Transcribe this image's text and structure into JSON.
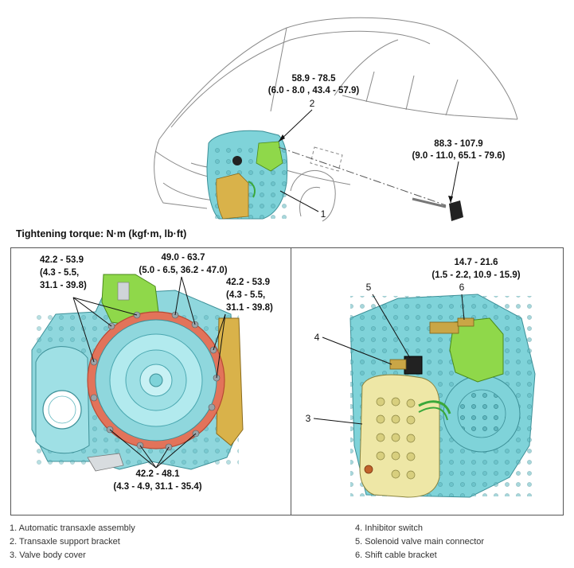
{
  "top": {
    "torque_bracket": [
      "58.9 - 78.5",
      "(6.0 - 8.0 , 43.4 - 57.9)"
    ],
    "torque_cable": [
      "88.3 - 107.9",
      "(9.0 - 11.0, 65.1 - 79.6)"
    ],
    "callout_2": "2",
    "callout_1": "1"
  },
  "title": "Tightening torque: N·m (kgf·m, lb·ft)",
  "left": {
    "torque_a": [
      "42.2 - 53.9",
      "(4.3 - 5.5,",
      "31.1 - 39.8)"
    ],
    "torque_b": [
      "49.0 - 63.7",
      "(5.0 - 6.5, 36.2 - 47.0)"
    ],
    "torque_c": [
      "42.2 - 53.9",
      "(4.3 - 5.5,",
      "31.1 - 39.8)"
    ],
    "torque_d": [
      "42.2 - 48.1",
      "(4.3 - 4.9, 31.1 - 35.4)"
    ]
  },
  "right": {
    "torque_e": [
      "14.7 - 21.6",
      "(1.5 - 2.2, 10.9 - 15.9)"
    ],
    "callout_5": "5",
    "callout_6": "6",
    "callout_4": "4",
    "callout_3": "3"
  },
  "legend": {
    "col1": [
      "1. Automatic transaxle assembly",
      "2. Transaxle support bracket",
      "3. Valve body cover"
    ],
    "col2": [
      "4. Inhibitor switch",
      "5. Solenoid valve main connector",
      "6. Shift cable bracket"
    ]
  },
  "colors": {
    "teal": "#7fd3d9",
    "teal_dark": "#4aa7b0",
    "green": "#8fd84a",
    "gold": "#d9b24a",
    "cover": "#eee7a6",
    "gasket": "#e2735a"
  }
}
